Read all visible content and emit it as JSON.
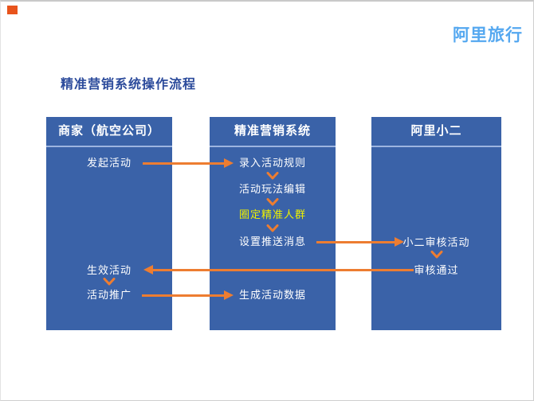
{
  "page": {
    "logo_text": "阿里旅行",
    "title": "精准营销系统操作流程"
  },
  "colors": {
    "lane_blue": "#3a62a8",
    "lane_header_divider": "#9db4e0",
    "arrow_orange": "#ed7d31",
    "highlight_yellow": "#edf000",
    "title_blue": "#2b4a9b",
    "logo_blue": "#55a8f0",
    "corner_mark_orange": "#e8541c"
  },
  "flow": {
    "columns": [
      {
        "id": "merchant",
        "header": "商家（航空公司）",
        "steps": [
          {
            "label": "发起活动"
          },
          {
            "label": "生效活动"
          },
          {
            "label": "活动推广"
          }
        ]
      },
      {
        "id": "marketing-system",
        "header": "精准营销系统",
        "steps": [
          {
            "label": "录入活动规则"
          },
          {
            "label": "活动玩法编辑"
          },
          {
            "label": "圈定精准人群",
            "highlight": true
          },
          {
            "label": "设置推送消息"
          },
          {
            "label": "生成活动数据"
          }
        ]
      },
      {
        "id": "ali-staff",
        "header": "阿里小二",
        "steps": [
          {
            "label": "小二审核活动"
          },
          {
            "label": "审核通过"
          }
        ]
      }
    ],
    "connections": [
      {
        "from": "发起活动",
        "to": "录入活动规则",
        "direction": "right"
      },
      {
        "from": "录入活动规则",
        "to": "活动玩法编辑",
        "direction": "down"
      },
      {
        "from": "活动玩法编辑",
        "to": "圈定精准人群",
        "direction": "down"
      },
      {
        "from": "圈定精准人群",
        "to": "设置推送消息",
        "direction": "down"
      },
      {
        "from": "设置推送消息",
        "to": "小二审核活动",
        "direction": "right"
      },
      {
        "from": "小二审核活动",
        "to": "审核通过",
        "direction": "down"
      },
      {
        "from": "审核通过",
        "to": "生效活动",
        "direction": "left"
      },
      {
        "from": "生效活动",
        "to": "活动推广",
        "direction": "down"
      },
      {
        "from": "活动推广",
        "to": "生成活动数据",
        "direction": "right"
      }
    ]
  }
}
